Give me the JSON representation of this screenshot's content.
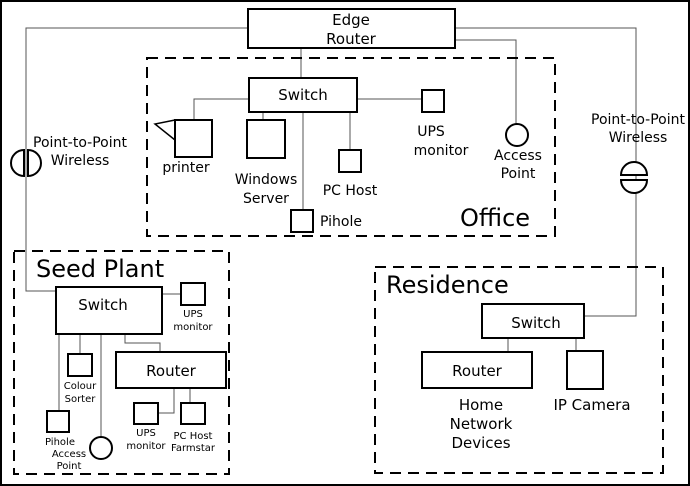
{
  "zones": {
    "office": "Office",
    "seed_plant": "Seed Plant",
    "residence": "Residence"
  },
  "edge_router": [
    "Edge",
    "Router"
  ],
  "wireless_left": [
    "Point-to-Point",
    "Wireless"
  ],
  "wireless_right": [
    "Point-to-Point",
    "Wireless"
  ],
  "office": {
    "switch": "Switch",
    "printer": "printer",
    "windows_server": [
      "Windows",
      "Server"
    ],
    "pihole": "Pihole",
    "pc_host": "PC Host",
    "ups_monitor": [
      "UPS",
      "monitor"
    ],
    "access_point": [
      "Access",
      "Point"
    ]
  },
  "seed_plant": {
    "switch": "Switch",
    "ups_monitor": [
      "UPS",
      "monitor"
    ],
    "colour_sorter": [
      "Colour",
      "Sorter"
    ],
    "router": "Router",
    "pihole_access_point": [
      "Pihole",
      "Access",
      "Point"
    ],
    "router_ups_monitor": [
      "UPS",
      "monitor"
    ],
    "pc_host_farmstar": [
      "PC Host",
      "Farmstar"
    ]
  },
  "residence": {
    "switch": "Switch",
    "router": "Router",
    "home_network_devices": [
      "Home",
      "Network",
      "Devices"
    ],
    "ip_camera": "IP Camera"
  }
}
